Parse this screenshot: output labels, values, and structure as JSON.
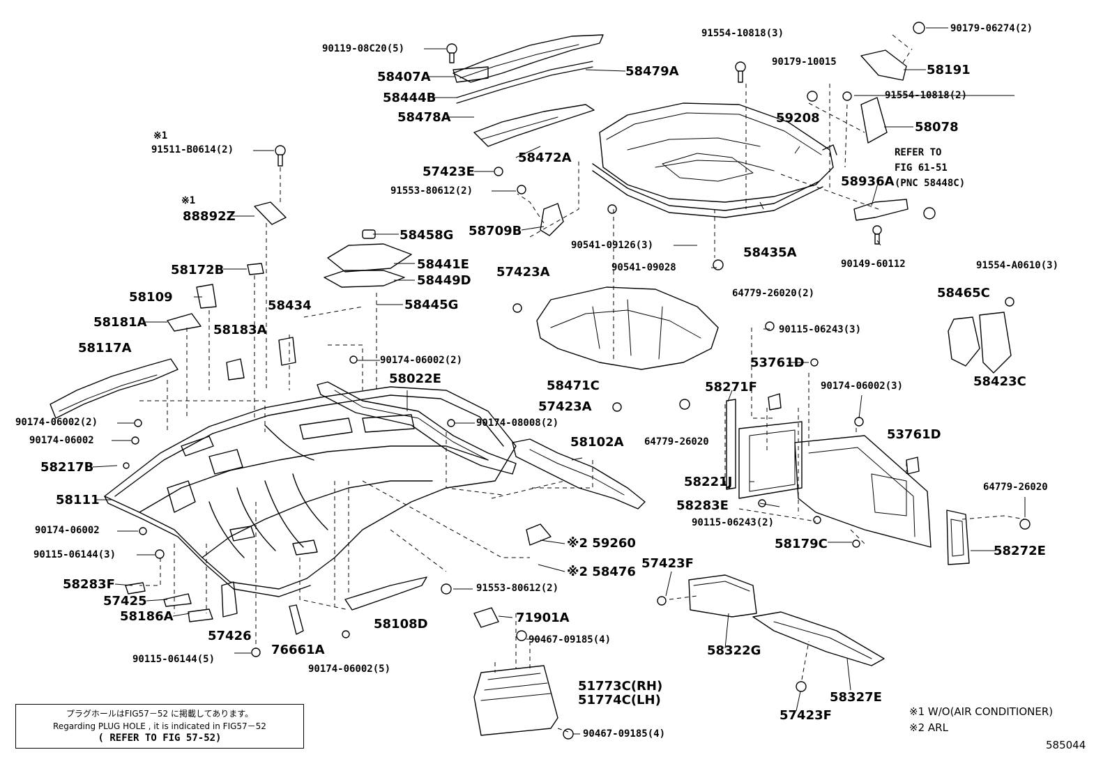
{
  "figure_code": "585044",
  "refer_note": "REFER TO\nFIG 61-51\n(PNC 58448C)",
  "legend": {
    "note1": "※1 W/O(AIR CONDITIONER)",
    "note2": "※2 ARL"
  },
  "plug_box": {
    "line1": "プラグホールはFIG57－52 に掲載してあります。",
    "line2": "Regarding PLUG HOLE , it is indicated in FIG57－52",
    "line3": "( REFER TO FIG 57-52)"
  },
  "callouts": [
    {
      "text": "90119-08C20(5)"
    },
    {
      "text": "58407A"
    },
    {
      "text": "58444B"
    },
    {
      "text": "58478A"
    },
    {
      "text": "58479A"
    },
    {
      "text": "58472A"
    },
    {
      "text": "57423E"
    },
    {
      "text": "91553-80612(2)"
    },
    {
      "text": "58709B"
    },
    {
      "text": "※1"
    },
    {
      "text": "91511-B0614(2)"
    },
    {
      "text": "※1"
    },
    {
      "text": "88892Z"
    },
    {
      "text": "58458G"
    },
    {
      "text": "58441E"
    },
    {
      "text": "58449D"
    },
    {
      "text": "58445G"
    },
    {
      "text": "58172B"
    },
    {
      "text": "58109"
    },
    {
      "text": "58181A"
    },
    {
      "text": "58183A"
    },
    {
      "text": "58434"
    },
    {
      "text": "58117A"
    },
    {
      "text": "90174-06002(2)"
    },
    {
      "text": "58022E"
    },
    {
      "text": "90174-06002(2)"
    },
    {
      "text": "90174-08008(2)"
    },
    {
      "text": "90174-06002"
    },
    {
      "text": "58217B"
    },
    {
      "text": "58102A"
    },
    {
      "text": "58111"
    },
    {
      "text": "90174-06002"
    },
    {
      "text": "90115-06144(3)"
    },
    {
      "text": "58283F"
    },
    {
      "text": "57425"
    },
    {
      "text": "58186A"
    },
    {
      "text": "57426"
    },
    {
      "text": "76661A"
    },
    {
      "text": "58108D"
    },
    {
      "text": "90174-06002(5)"
    },
    {
      "text": "90115-06144(5)"
    },
    {
      "text": "91553-80612(2)"
    },
    {
      "text": "71901A"
    },
    {
      "text": "※2 59260"
    },
    {
      "text": "※2 58476"
    },
    {
      "text": "90467-09185(4)"
    },
    {
      "text": "51773C(RH)"
    },
    {
      "text": "51774C(LH)"
    },
    {
      "text": "90467-09185(4)"
    },
    {
      "text": "91554-10818(3)"
    },
    {
      "text": "90179-10015"
    },
    {
      "text": "90179-06274(2)"
    },
    {
      "text": "58191"
    },
    {
      "text": "91554-10818(2)"
    },
    {
      "text": "59208"
    },
    {
      "text": "58078"
    },
    {
      "text": "58936A"
    },
    {
      "text": "90541-09126(3)"
    },
    {
      "text": "90541-09028"
    },
    {
      "text": "58435A"
    },
    {
      "text": "90149-60112"
    },
    {
      "text": "57423A"
    },
    {
      "text": "58471C"
    },
    {
      "text": "57423A"
    },
    {
      "text": "64779-26020(2)"
    },
    {
      "text": "90115-06243(3)"
    },
    {
      "text": "91554-A0610(3)"
    },
    {
      "text": "58465C"
    },
    {
      "text": "58423C"
    },
    {
      "text": "53761D"
    },
    {
      "text": "58271F"
    },
    {
      "text": "90174-06002(3)"
    },
    {
      "text": "64779-26020"
    },
    {
      "text": "53761D"
    },
    {
      "text": "58221J"
    },
    {
      "text": "58283E"
    },
    {
      "text": "90115-06243(2)"
    },
    {
      "text": "58179C"
    },
    {
      "text": "64779-26020"
    },
    {
      "text": "58272E"
    },
    {
      "text": "57423F"
    },
    {
      "text": "58322G"
    },
    {
      "text": "58327E"
    },
    {
      "text": "57423F"
    }
  ]
}
